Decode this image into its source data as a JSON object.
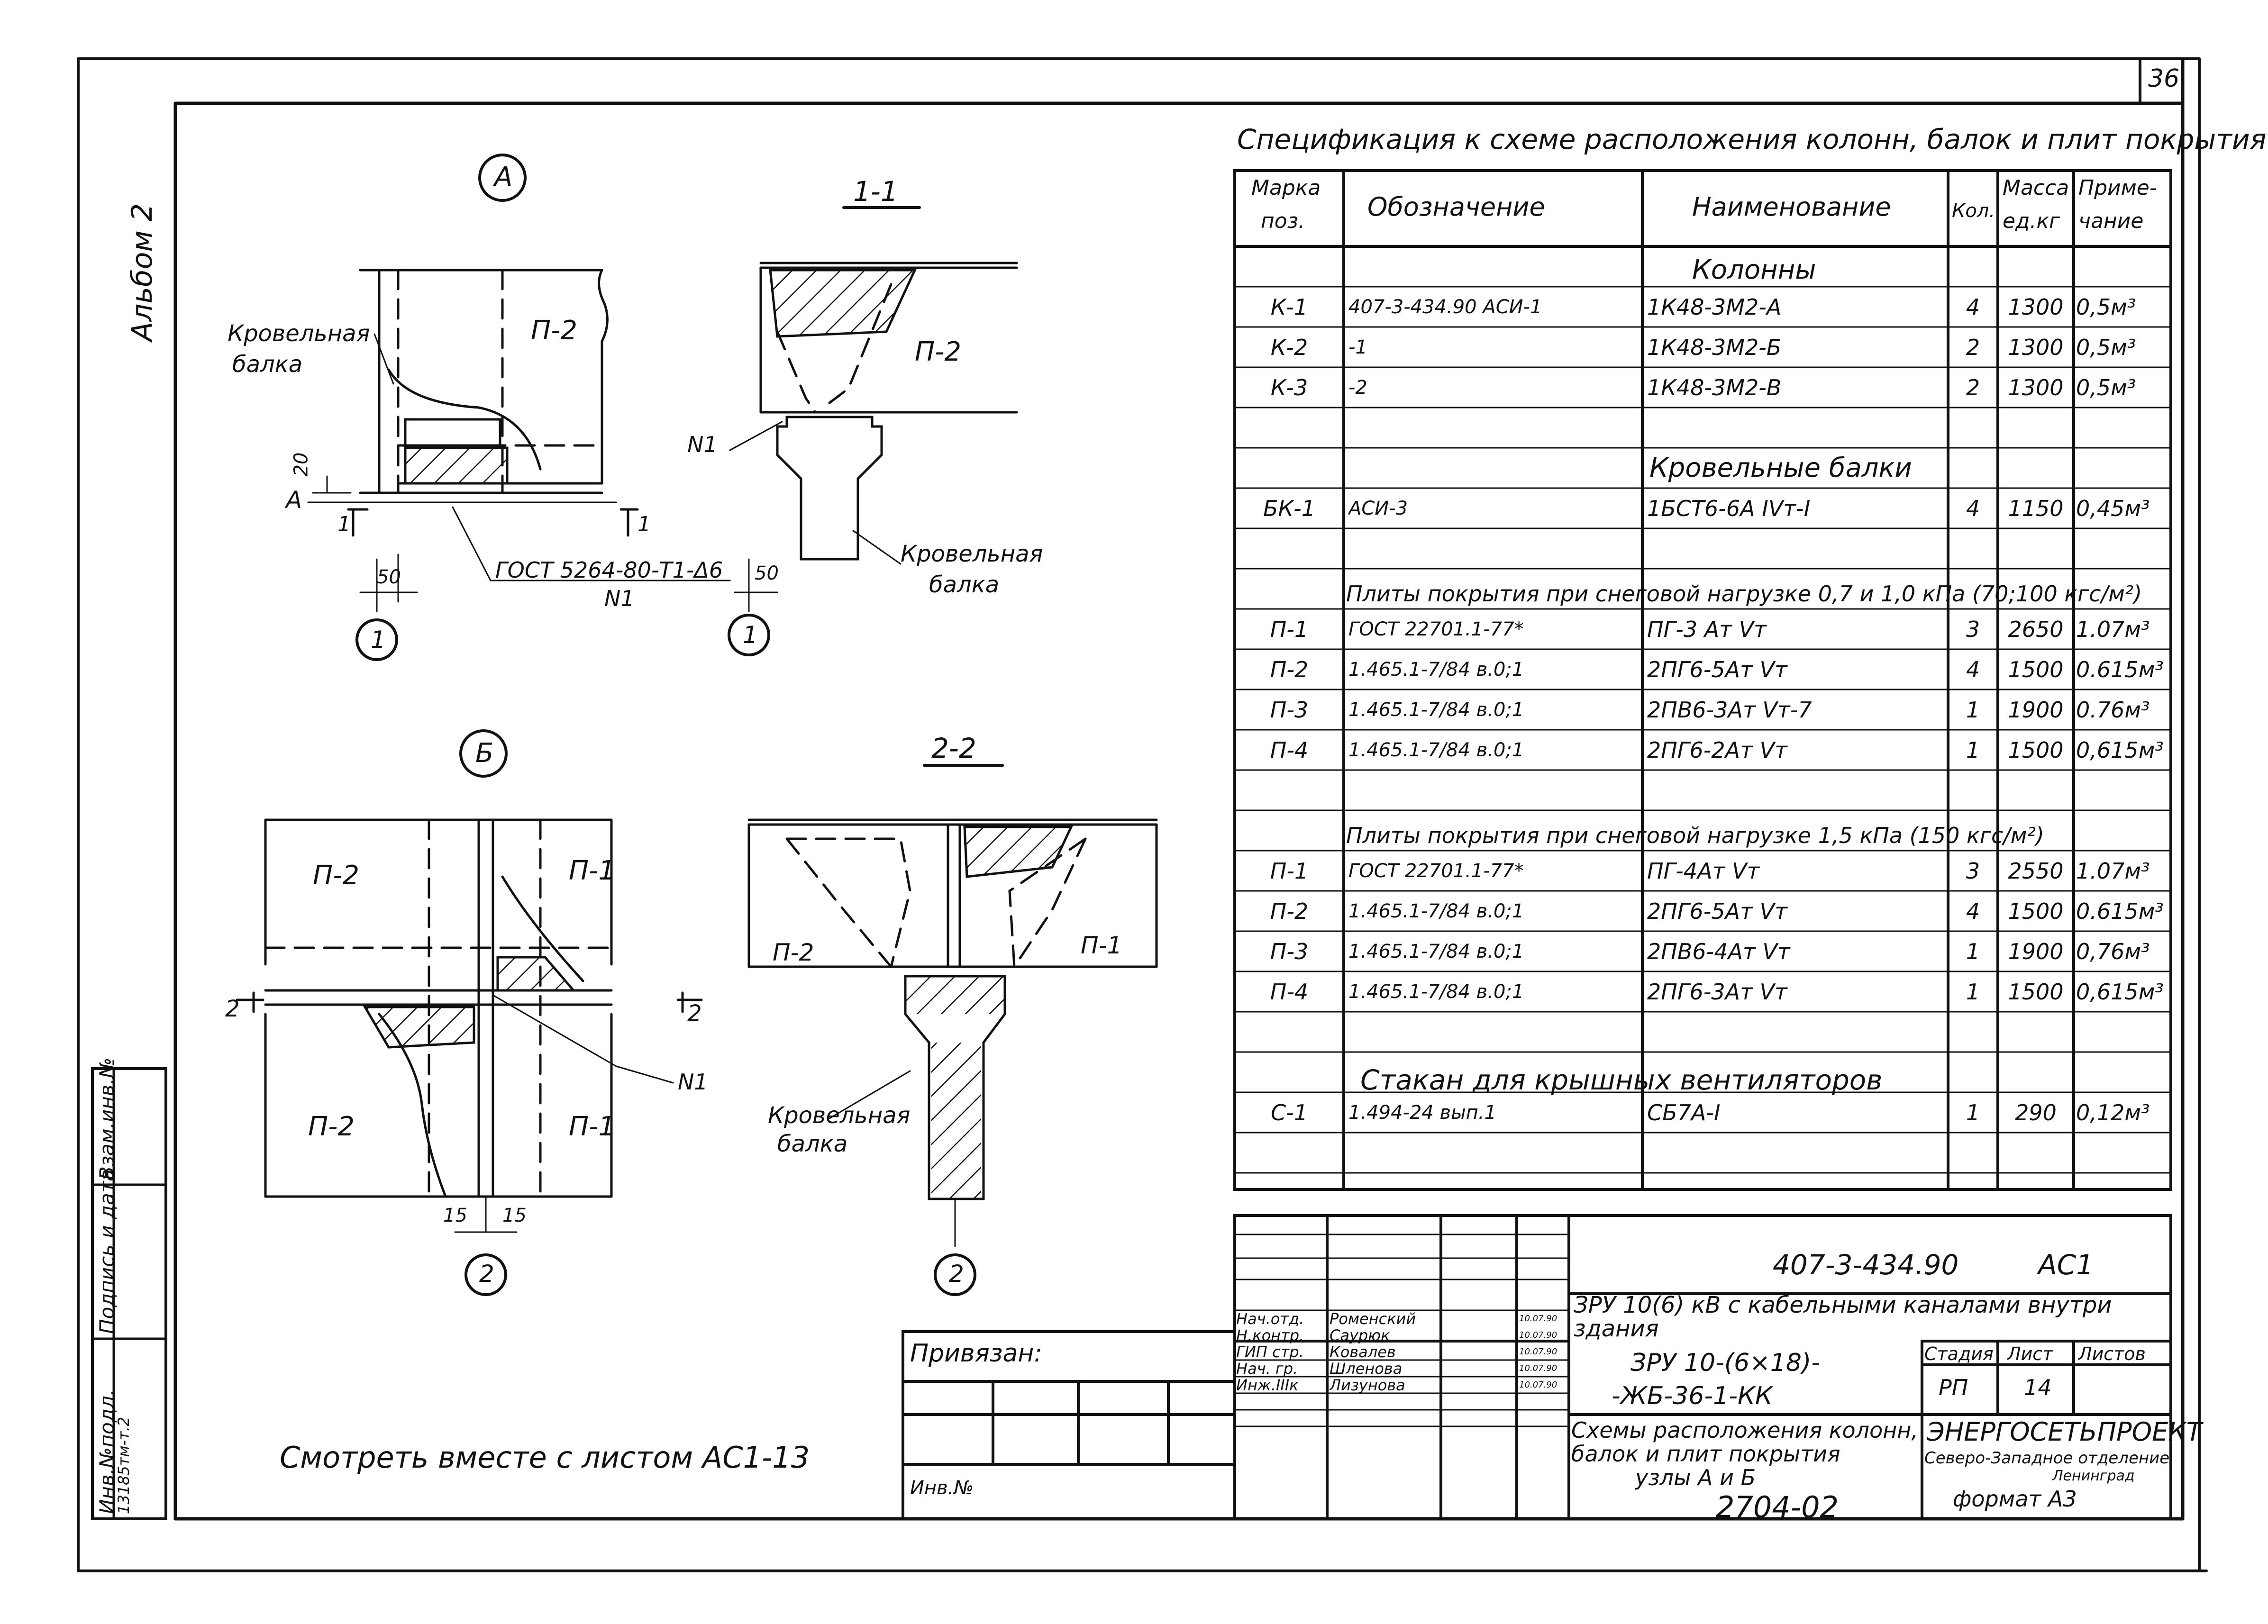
{
  "sheet": {
    "page_number": "36",
    "album": "Альбом 2",
    "see_also": "Смотреть  вместе с листом АС1-13",
    "archive_number": "2704-02",
    "format": "формат А3",
    "inv_number": "13185тм-т.2"
  },
  "left_stamp": {
    "inv_orig": "Инв.№подл.",
    "sign_date": "Подпись и дата",
    "replace_inv": "Взам.инв.№"
  },
  "node_a": {
    "marker": "А",
    "axis_letter": "А",
    "axis_number": "1",
    "panel": "П-2",
    "beam_label_1": "Кровельная",
    "beam_label_2": "балка",
    "dim_20": "20",
    "dim_50": "50",
    "cut_mark": "1",
    "gost": "ГОСТ 5264-80-Т1-Δ6",
    "weld": "N1"
  },
  "section_11": {
    "title": "1-1",
    "panel": "П-2",
    "weld": "N1",
    "dim_50": "50",
    "axis_number": "1",
    "beam_label_1": "Кровельная",
    "beam_label_2": "балка"
  },
  "node_b": {
    "marker": "Б",
    "panel_p2": "П-2",
    "panel_p1": "П-1",
    "cut_mark": "2",
    "weld": "N1",
    "dim_15a": "15",
    "dim_15b": "15",
    "axis_number": "2"
  },
  "section_22": {
    "title": "2-2",
    "panel_left": "П-2",
    "panel_right": "П-1",
    "beam_label_1": "Кровельная",
    "beam_label_2": "балка",
    "axis_number": "2"
  },
  "spec": {
    "title": "Спецификация к схеме расположения колонн, балок и плит покрытия",
    "headers": {
      "mark_1": "Марка",
      "mark_2": "поз.",
      "designation": "Обозначение",
      "name": "Наименование",
      "qty": "Кол.",
      "mass_1": "Масса",
      "mass_2": "ед.кг",
      "note_1": "Приме-",
      "note_2": "чание"
    },
    "section_columns": "Колонны",
    "section_beams": "Кровельные  балки",
    "section_plates1": "Плиты покрытия при снеговой нагрузке 0,7 и 1,0 кПа (70;100 кгс/м²)",
    "section_plates2": "Плиты покрытия при снеговой нагрузке 1,5 кПа (150 кгс/м²)",
    "section_cup": "Стакан для крышных вентиляторов",
    "rows": [
      {
        "mark": "",
        "des": "",
        "name": "",
        "qty": "",
        "mass": "",
        "note": ""
      },
      {
        "mark": "К-1",
        "des": "407-3-434.90   АСИ-1",
        "name": "1К48-3М2-А",
        "qty": "4",
        "mass": "1300",
        "note": "0,5м³"
      },
      {
        "mark": "К-2",
        "des": "-1",
        "name": "1К48-3М2-Б",
        "qty": "2",
        "mass": "1300",
        "note": "0,5м³"
      },
      {
        "mark": "К-3",
        "des": "-2",
        "name": "1К48-3М2-В",
        "qty": "2",
        "mass": "1300",
        "note": "0,5м³"
      },
      {
        "mark": "",
        "des": "",
        "name": "",
        "qty": "",
        "mass": "",
        "note": ""
      },
      {
        "mark": "",
        "des": "",
        "name": "",
        "qty": "",
        "mass": "",
        "note": ""
      },
      {
        "mark": "БК-1",
        "des": "АСИ-3",
        "name": "1БСТ6-6А ІVт-І",
        "qty": "4",
        "mass": "1150",
        "note": "0,45м³"
      },
      {
        "mark": "",
        "des": "",
        "name": "",
        "qty": "",
        "mass": "",
        "note": ""
      },
      {
        "mark": "",
        "des": "",
        "name": "",
        "qty": "",
        "mass": "",
        "note": ""
      },
      {
        "mark": "П-1",
        "des": "ГОСТ 22701.1-77*",
        "name": "ПГ-3 Ат Vт",
        "qty": "3",
        "mass": "2650",
        "note": "1.07м³"
      },
      {
        "mark": "П-2",
        "des": "1.465.1-7/84   в.0;1",
        "name": "2ПГ6-5Ат Vт",
        "qty": "4",
        "mass": "1500",
        "note": "0.615м³"
      },
      {
        "mark": "П-3",
        "des": "1.465.1-7/84   в.0;1",
        "name": "2ПВ6-3Ат Vт-7",
        "qty": "1",
        "mass": "1900",
        "note": "0.76м³"
      },
      {
        "mark": "П-4",
        "des": "1.465.1-7/84   в.0;1",
        "name": "2ПГ6-2Ат Vт",
        "qty": "1",
        "mass": "1500",
        "note": "0,615м³"
      },
      {
        "mark": "",
        "des": "",
        "name": "",
        "qty": "",
        "mass": "",
        "note": ""
      },
      {
        "mark": "",
        "des": "",
        "name": "",
        "qty": "",
        "mass": "",
        "note": ""
      },
      {
        "mark": "П-1",
        "des": "ГОСТ 22701.1-77*",
        "name": "ПГ-4Ат Vт",
        "qty": "3",
        "mass": "2550",
        "note": "1.07м³"
      },
      {
        "mark": "П-2",
        "des": "1.465.1-7/84 в.0;1",
        "name": "2ПГ6-5Ат Vт",
        "qty": "4",
        "mass": "1500",
        "note": "0.615м³"
      },
      {
        "mark": "П-3",
        "des": "1.465.1-7/84 в.0;1",
        "name": "2ПВ6-4Ат Vт",
        "qty": "1",
        "mass": "1900",
        "note": "0,76м³"
      },
      {
        "mark": "П-4",
        "des": "1.465.1-7/84 в.0;1",
        "name": "2ПГ6-3Ат Vт",
        "qty": "1",
        "mass": "1500",
        "note": "0,615м³"
      },
      {
        "mark": "",
        "des": "",
        "name": "",
        "qty": "",
        "mass": "",
        "note": ""
      },
      {
        "mark": "",
        "des": "",
        "name": "",
        "qty": "",
        "mass": "",
        "note": ""
      },
      {
        "mark": "С-1",
        "des": "1.494-24 вып.1",
        "name": "СБ7А-І",
        "qty": "1",
        "mass": "290",
        "note": "0,12м³"
      },
      {
        "mark": "",
        "des": "",
        "name": "",
        "qty": "",
        "mass": "",
        "note": ""
      }
    ]
  },
  "title_block": {
    "code": "407-3-434.90",
    "code_suffix": "АС1",
    "project_1": "ЗРУ 10(6) кВ с кабельными каналами внутри",
    "project_2": "здания",
    "sheet_name_1": "ЗРУ 10-(6×18)-",
    "sheet_name_2": "-ЖБ-36-1-КК",
    "stage_h": "Стадия",
    "sheet_h": "Лист",
    "sheets_h": "Листов",
    "stage": "РП",
    "sheet": "14",
    "drawing_1": "Схемы расположения колонн,",
    "drawing_2": "балок и плит покрытия",
    "drawing_3": "узлы А и Б",
    "org_1": "ЭНЕРГОСЕТЬПРОЕКТ",
    "org_2": "Северо-Западное отделение",
    "org_3": "Ленинград",
    "bound": "Привязан:",
    "inv": "Инв.№",
    "people": [
      {
        "role": "Нач.отд.",
        "name": "Роменский",
        "date": "10.07.90"
      },
      {
        "role": "Н.контр.",
        "name": "Саурюк",
        "date": "10.07.90"
      },
      {
        "role": "ГИП стр.",
        "name": "Ковалев",
        "date": "10.07.90"
      },
      {
        "role": "Нач. гр.",
        "name": "Шленова",
        "date": "10.07.90"
      },
      {
        "role": "Инж.ІІІк",
        "name": "Лизунова",
        "date": "10.07.90"
      }
    ]
  }
}
